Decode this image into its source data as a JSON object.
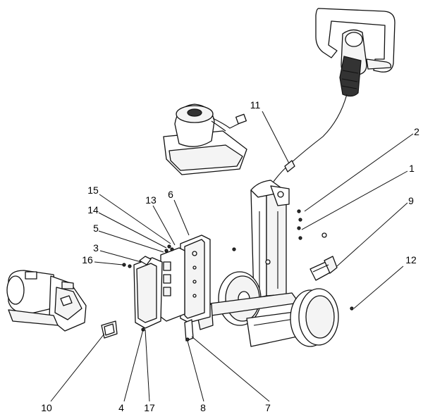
{
  "callouts": [
    {
      "id": "c1",
      "text": "1"
    },
    {
      "id": "c2",
      "text": "2"
    },
    {
      "id": "c3",
      "text": "3"
    },
    {
      "id": "c4",
      "text": "4"
    },
    {
      "id": "c5",
      "text": "5"
    },
    {
      "id": "c6",
      "text": "6"
    },
    {
      "id": "c7",
      "text": "7"
    },
    {
      "id": "c8",
      "text": "8"
    },
    {
      "id": "c9",
      "text": "9"
    },
    {
      "id": "c10",
      "text": "10"
    },
    {
      "id": "c11",
      "text": "11"
    },
    {
      "id": "c12",
      "text": "12"
    },
    {
      "id": "c13",
      "text": "13"
    },
    {
      "id": "c14",
      "text": "14"
    },
    {
      "id": "c15",
      "text": "15"
    },
    {
      "id": "c16",
      "text": "16"
    },
    {
      "id": "c17",
      "text": "17"
    }
  ]
}
